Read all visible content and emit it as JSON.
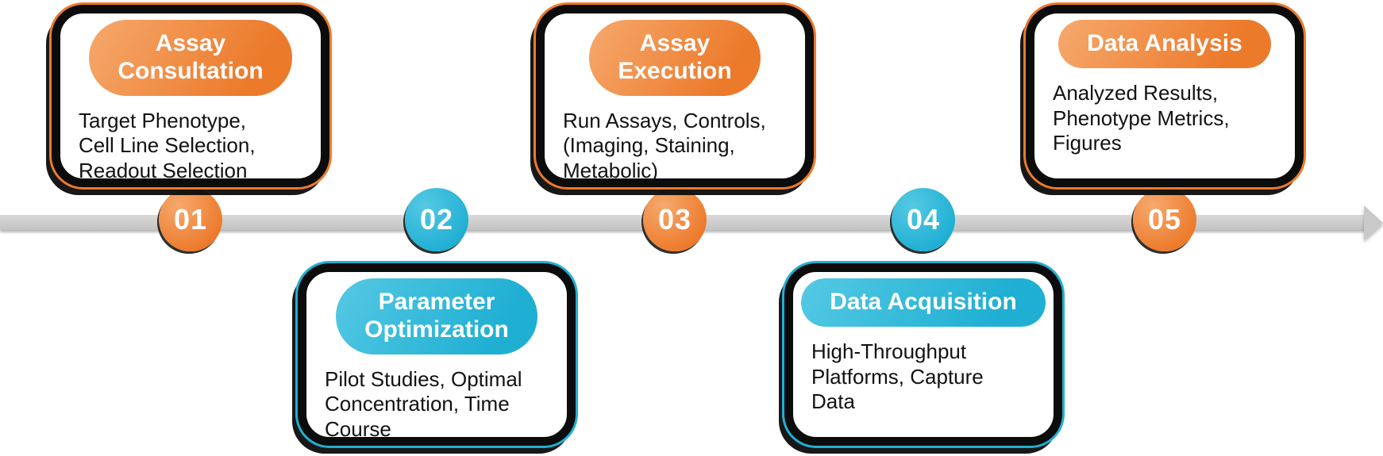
{
  "colors": {
    "orange": "#EC7A2B",
    "orange_light": "#F6A96D",
    "cyan": "#1FAFD3",
    "cyan_light": "#55C9E4",
    "outline_black": "#0C0C0C",
    "track_gray": "#C9C9C9"
  },
  "timeline": {
    "direction": "left-to-right-arrow",
    "steps": [
      {
        "number": "01",
        "accent": "orange",
        "position": "above",
        "title": "Assay\nConsultation",
        "description": "Target Phenotype,\nCell Line Selection,\nReadout Selection"
      },
      {
        "number": "02",
        "accent": "cyan",
        "position": "below",
        "title": "Parameter\nOptimization",
        "description": "Pilot Studies, Optimal\nConcentration, Time\nCourse"
      },
      {
        "number": "03",
        "accent": "orange",
        "position": "above",
        "title": "Assay\nExecution",
        "description": "Run Assays, Controls,\n(Imaging, Staining,\nMetabolic)"
      },
      {
        "number": "04",
        "accent": "cyan",
        "position": "below",
        "title": "Data Acquisition",
        "description": "High-Throughput\nPlatforms, Capture\nData"
      },
      {
        "number": "05",
        "accent": "orange",
        "position": "above",
        "title": "Data Analysis",
        "description": "Analyzed Results,\nPhenotype Metrics,\nFigures"
      }
    ]
  }
}
